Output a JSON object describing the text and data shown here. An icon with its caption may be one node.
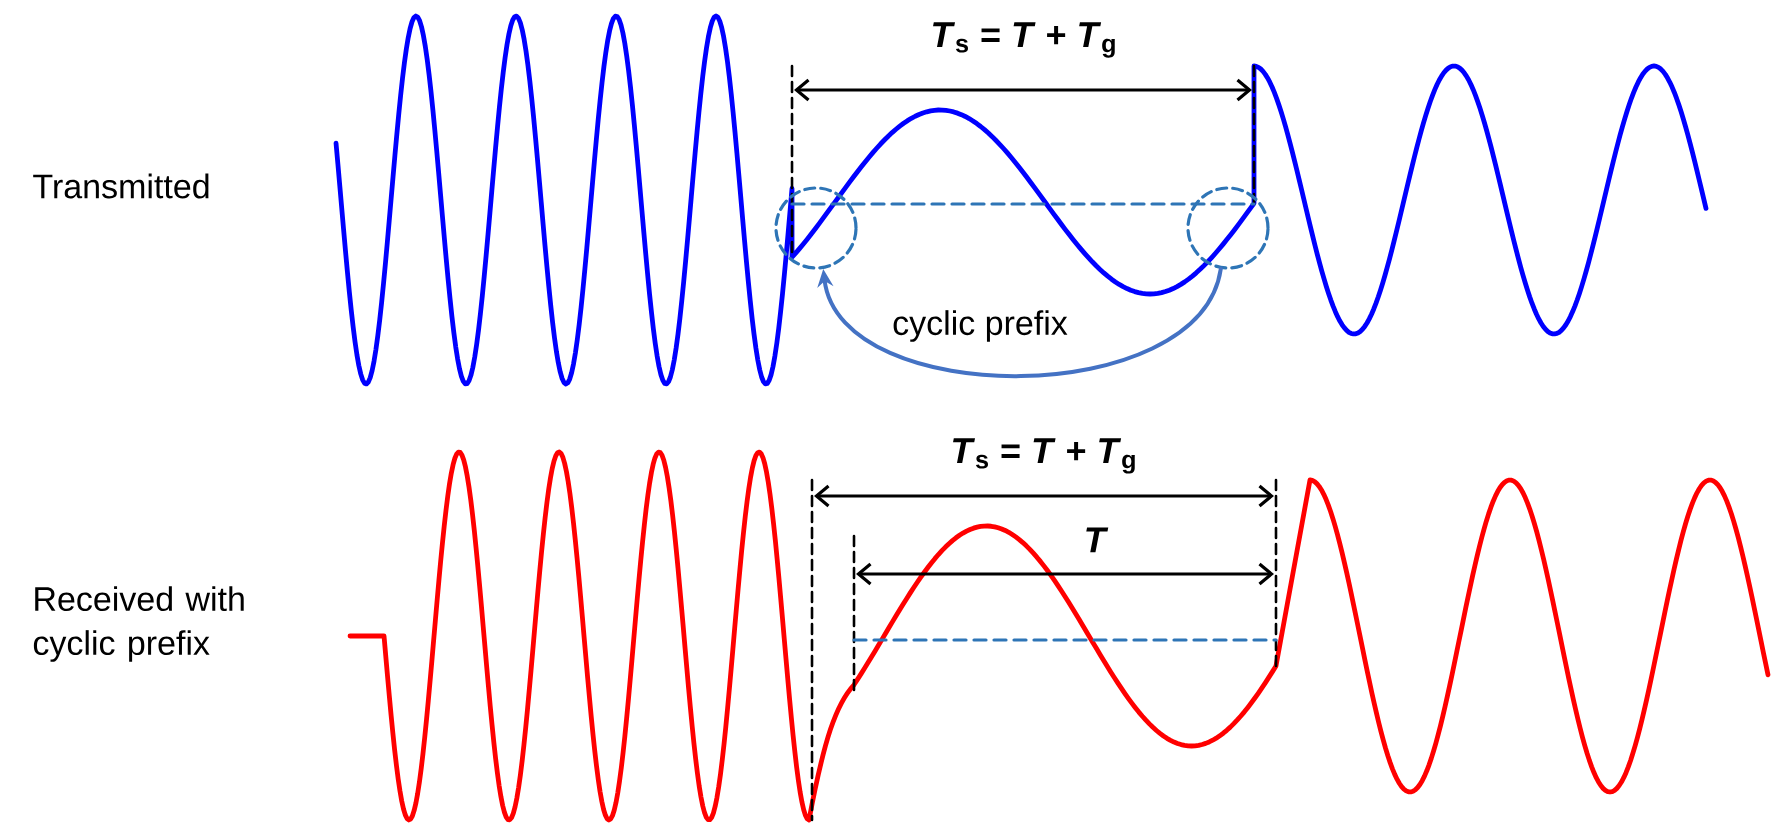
{
  "diagram": {
    "nodes": [
      {
        "text": [],
        "shape": "circle"
      },
      {
        "text": [],
        "shape": "circle"
      }
    ],
    "edges": [
      {
        "from": 1,
        "to": 0,
        "arrow": "to",
        "label": "cyclic prefix"
      }
    ],
    "labels": [
      "*T*$_{s}$ = *T* + *T*$_{g}$",
      "Transmitted",
      "*T*$_{s}$ = *T* + *T*$_{g}$",
      "*T*",
      "Received with cyclic prefix"
    ]
  }
}
